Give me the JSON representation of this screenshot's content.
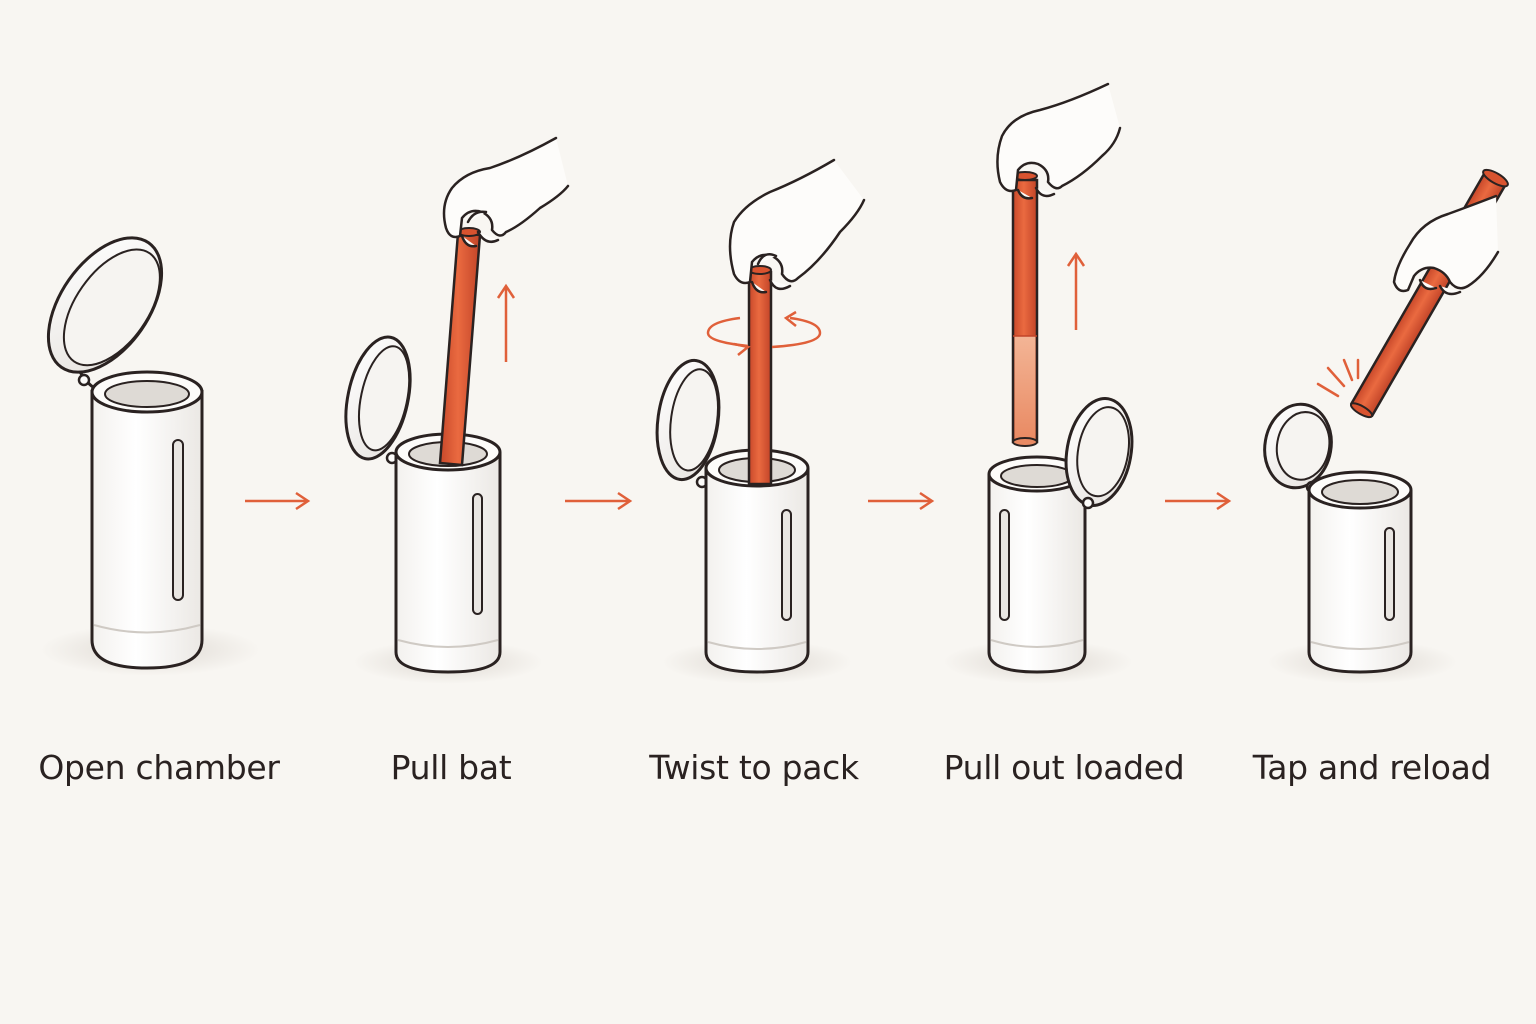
{
  "colors": {
    "background": "#f8f6f2",
    "outline": "#2a2221",
    "accent": "#e0603a",
    "accent_light": "#f1a27f",
    "canister_fill": "#fdfcfa",
    "window_fill": "#e9e6e2"
  },
  "steps": [
    {
      "label": "Open chamber",
      "icons": [
        "canister-icon",
        "lid-icon"
      ]
    },
    {
      "label": "Pull bat",
      "icons": [
        "canister-icon",
        "lid-icon",
        "bat-icon",
        "hand-icon",
        "up-arrow-icon"
      ]
    },
    {
      "label": "Twist to pack",
      "icons": [
        "canister-icon",
        "lid-icon",
        "bat-icon",
        "hand-icon",
        "twist-arrows-icon"
      ]
    },
    {
      "label": "Pull out loaded",
      "icons": [
        "canister-icon",
        "lid-icon",
        "loaded-bat-icon",
        "hand-icon",
        "up-arrow-icon"
      ]
    },
    {
      "label": "Tap and reload",
      "icons": [
        "canister-icon",
        "lid-icon",
        "bat-icon",
        "hand-icon",
        "tap-lines-icon"
      ]
    }
  ],
  "connectors": [
    "right-arrow-icon",
    "right-arrow-icon",
    "right-arrow-icon",
    "right-arrow-icon"
  ]
}
